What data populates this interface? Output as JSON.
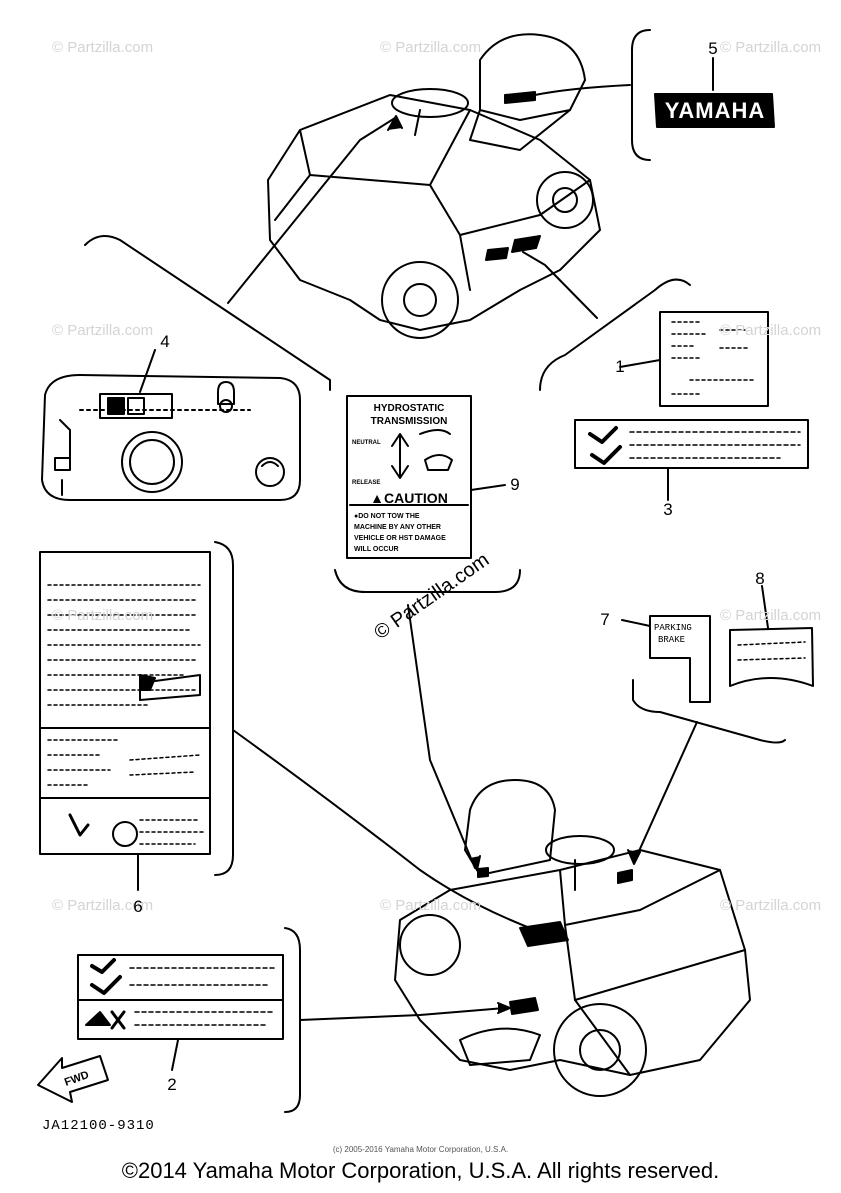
{
  "diagram": {
    "diagram_code": "JA12100-9310",
    "small_copyright": "(c) 2005-2016 Yamaha Motor Corporation, U.S.A.",
    "copyright": "©2014 Yamaha Motor Corporation, U.S.A. All rights reserved.",
    "watermark": "© Partzilla.com",
    "callouts": [
      "1",
      "2",
      "3",
      "4",
      "5",
      "6",
      "7",
      "8",
      "9"
    ],
    "labels": {
      "yamaha": "YAMAHA",
      "hydro_title_1": "HYDROSTATIC",
      "hydro_title_2": "TRANSMISSION",
      "hydro_neutral": "NEUTRAL",
      "hydro_release": "RELEASE",
      "caution": "▲CAUTION",
      "caution_lines": [
        "●DO NOT TOW THE",
        "MACHINE BY ANY OTHER",
        "VEHICLE OR HST DAMAGE",
        "WILL OCCUR"
      ],
      "parking_1": "PARKING",
      "parking_2": "BRAKE",
      "fwd": "FWD"
    }
  }
}
